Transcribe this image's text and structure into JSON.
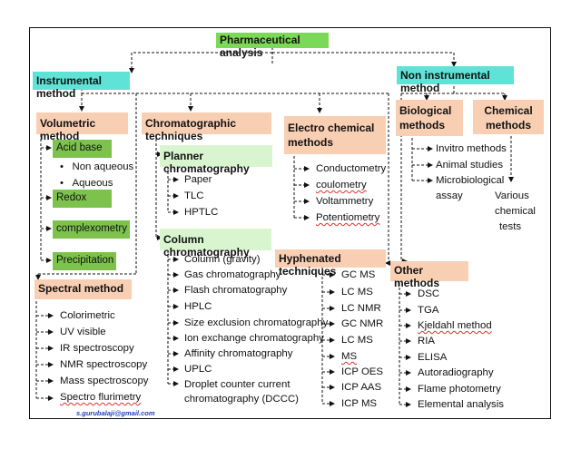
{
  "root": "Pharmaceutical analysis",
  "instrumental": "Instrumental method",
  "non_instrumental": "Non instrumental  method",
  "volumetric": {
    "title": "Volumetric method",
    "acid_base": "Acid base",
    "acid_base_sub": [
      "Non aqueous",
      "Aqueous"
    ],
    "redox": "Redox",
    "complexometry": "complexometry",
    "precipitation": "Precipitation"
  },
  "spectral": {
    "title": "Spectral method",
    "items": [
      "Colorimetric",
      "UV visible",
      "IR spectroscopy",
      "NMR spectroscopy",
      "Mass spectroscopy",
      "Spectro flurimetry"
    ]
  },
  "chromatographic": {
    "title": "Chromatographic techniques",
    "planner": "Planner chromatography",
    "planner_items": [
      "Paper",
      "TLC",
      "HPTLC"
    ],
    "column": "Column chromatography",
    "column_items": [
      "Column (gravity)",
      "Gas chromatography",
      "Flash chromatography",
      "HPLC",
      "Size exclusion chromatography",
      "Ion exchange chromatography",
      "Affinity chromatography",
      "UPLC",
      "Droplet counter current",
      "chromatography (DCCC)"
    ]
  },
  "electrochemical": {
    "title_line1": "Electro chemical",
    "title_line2": "methods",
    "items": [
      "Conductometry",
      "coulometry",
      "Voltammetry",
      "Potentiometry"
    ]
  },
  "hyphenated": {
    "title": "Hyphenated techniques",
    "items": [
      "GC MS",
      "LC MS",
      "LC NMR",
      "GC NMR",
      "LC MS",
      "MS",
      "ICP OES",
      "ICP AAS",
      "ICP MS"
    ]
  },
  "biological": {
    "title_line1": "Biological",
    "title_line2": "methods",
    "items": [
      "Invitro methods",
      "Animal studies",
      "Microbiological",
      "assay"
    ]
  },
  "chemical": {
    "title_line1": "Chemical",
    "title_line2": "methods",
    "items": [
      "Various",
      "chemical",
      "tests"
    ]
  },
  "other": {
    "title": "Other methods",
    "items": [
      "DSC",
      "TGA",
      "Kjeldahl method",
      "RIA",
      "ELISA",
      "Autoradiography",
      "Flame photometry",
      "Elemental analysis"
    ]
  },
  "email": "s.gurubalaji@gmail.com"
}
